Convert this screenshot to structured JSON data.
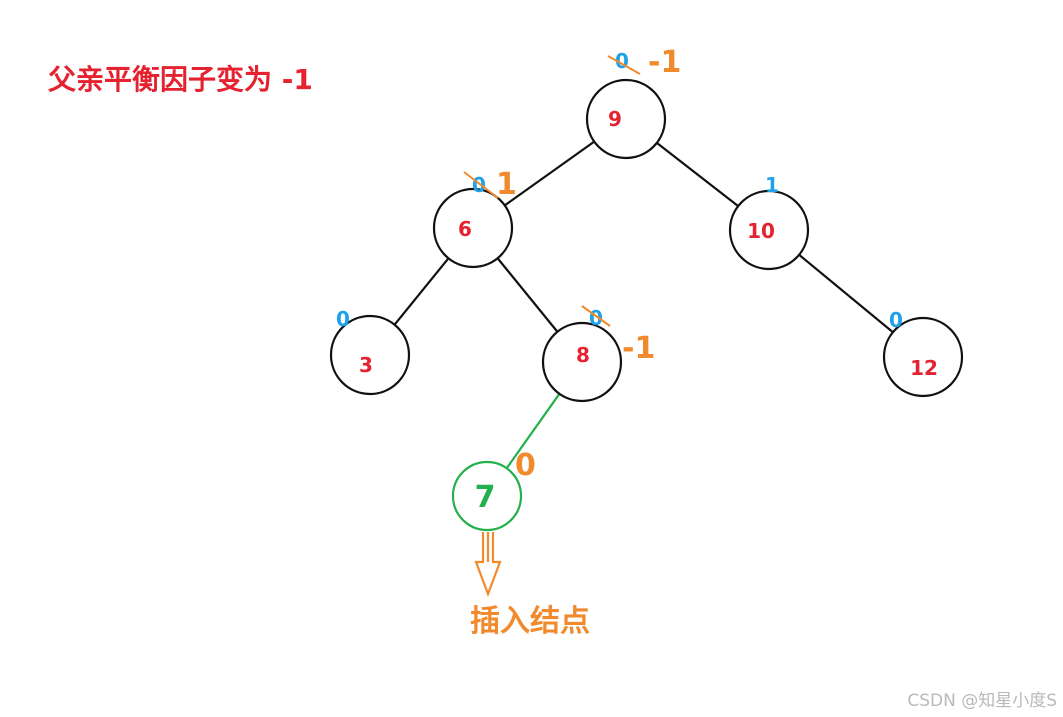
{
  "heading": "父亲平衡因子变为 -1",
  "insert_label": "插入结点",
  "watermark": "CSDN @知星小度S",
  "colors": {
    "node_value": "#e5222f",
    "old_balance": "#1ea1e6",
    "new_balance": "#f08a2c",
    "strike": "#f08a2c",
    "inserted": "#22b14c",
    "edge": "#111111"
  },
  "tree": {
    "nodes": [
      {
        "id": "n9",
        "value": "9",
        "balance": "0",
        "new_balance": "-1",
        "struck": true,
        "inserted": false
      },
      {
        "id": "n6",
        "value": "6",
        "balance": "0",
        "new_balance": "1",
        "struck": true,
        "inserted": false
      },
      {
        "id": "n10",
        "value": "10",
        "balance": "1",
        "new_balance": "",
        "struck": false,
        "inserted": false
      },
      {
        "id": "n3",
        "value": "3",
        "balance": "0",
        "new_balance": "",
        "struck": false,
        "inserted": false
      },
      {
        "id": "n8",
        "value": "8",
        "balance": "0",
        "new_balance": "-1",
        "struck": true,
        "inserted": false
      },
      {
        "id": "n12",
        "value": "12",
        "balance": "0",
        "new_balance": "",
        "struck": false,
        "inserted": false
      },
      {
        "id": "n7",
        "value": "7",
        "balance": "",
        "new_balance": "0",
        "struck": false,
        "inserted": true
      }
    ],
    "edges": [
      {
        "from": "n9",
        "to": "n6"
      },
      {
        "from": "n9",
        "to": "n10"
      },
      {
        "from": "n6",
        "to": "n3"
      },
      {
        "from": "n6",
        "to": "n8"
      },
      {
        "from": "n10",
        "to": "n12"
      },
      {
        "from": "n8",
        "to": "n7"
      }
    ]
  }
}
